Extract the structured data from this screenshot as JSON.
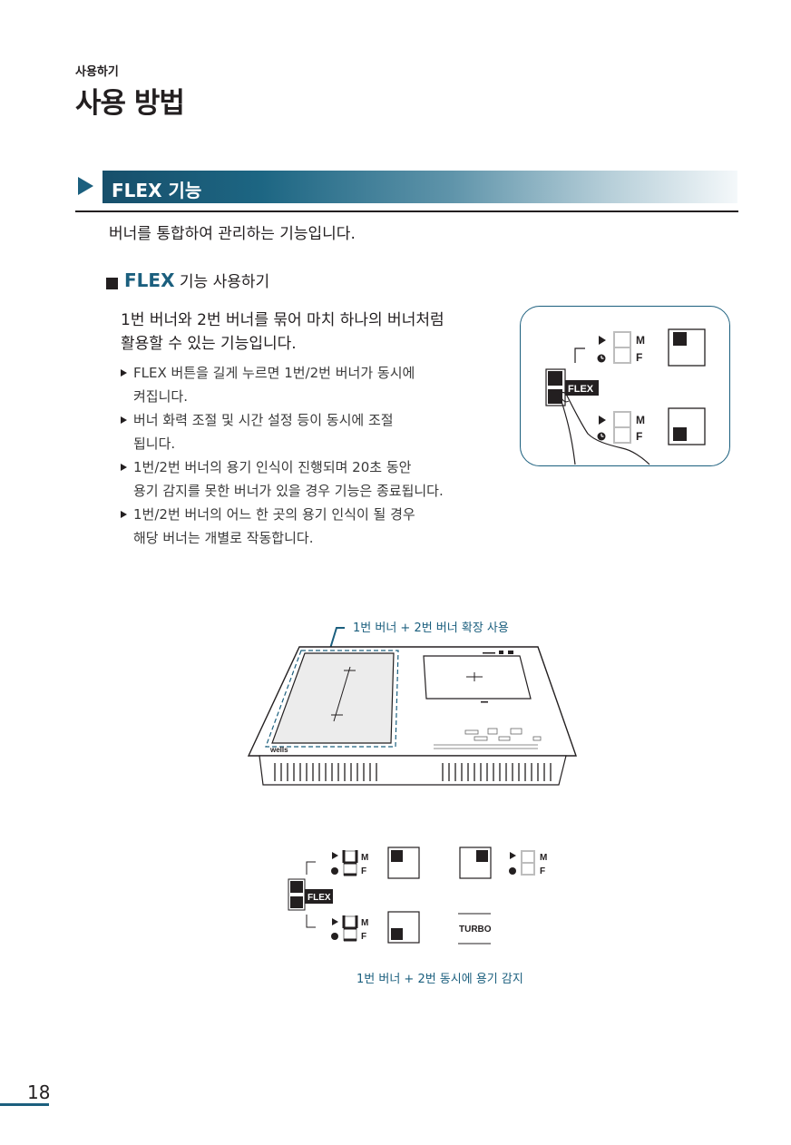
{
  "breadcrumb": "사용하기",
  "page_title": "사용 방법",
  "section": {
    "title": "FLEX 기능"
  },
  "intro": "버너를 통합하여 관리하는 기능입니다.",
  "subsection": {
    "flex_word": "FLEX",
    "rest": " 기능 사용하기"
  },
  "lead": "1번 버너와 2번 버너를 묶어 마치 하나의 버너처럼\n활용할 수 있는 기능입니다.",
  "bullets": [
    "FLEX 버튼을 길게 누르면 1번/2번 버너가 동시에\n켜집니다.",
    "버너 화력 조절 및 시간 설정 등이 동시에 조절\n됩니다.",
    "1번/2번 버너의 용기 인식이 진행되며 20초 동안\n용기 감지를 못한 버너가 있을 경우 기능은 종료됩니다.",
    "1번/2번 버너의 어느 한 곳의 용기 인식이 될 경우\n해당 버너는 개별로 작동합니다."
  ],
  "panel": {
    "flex_label": "FLEX",
    "m_label": "M",
    "f_label": "F"
  },
  "hob": {
    "callout": "1번 버너 + 2번 버너 확장 사용",
    "brand": "wells"
  },
  "panel2": {
    "flex_label": "FLEX",
    "turbo_label": "TURBO",
    "m_label": "M",
    "f_label": "F",
    "caption": "1번 버너 + 2번 동시에 용기 감지"
  },
  "page_number": "18",
  "colors": {
    "accent": "#1b5f7e",
    "text": "#231f20"
  }
}
